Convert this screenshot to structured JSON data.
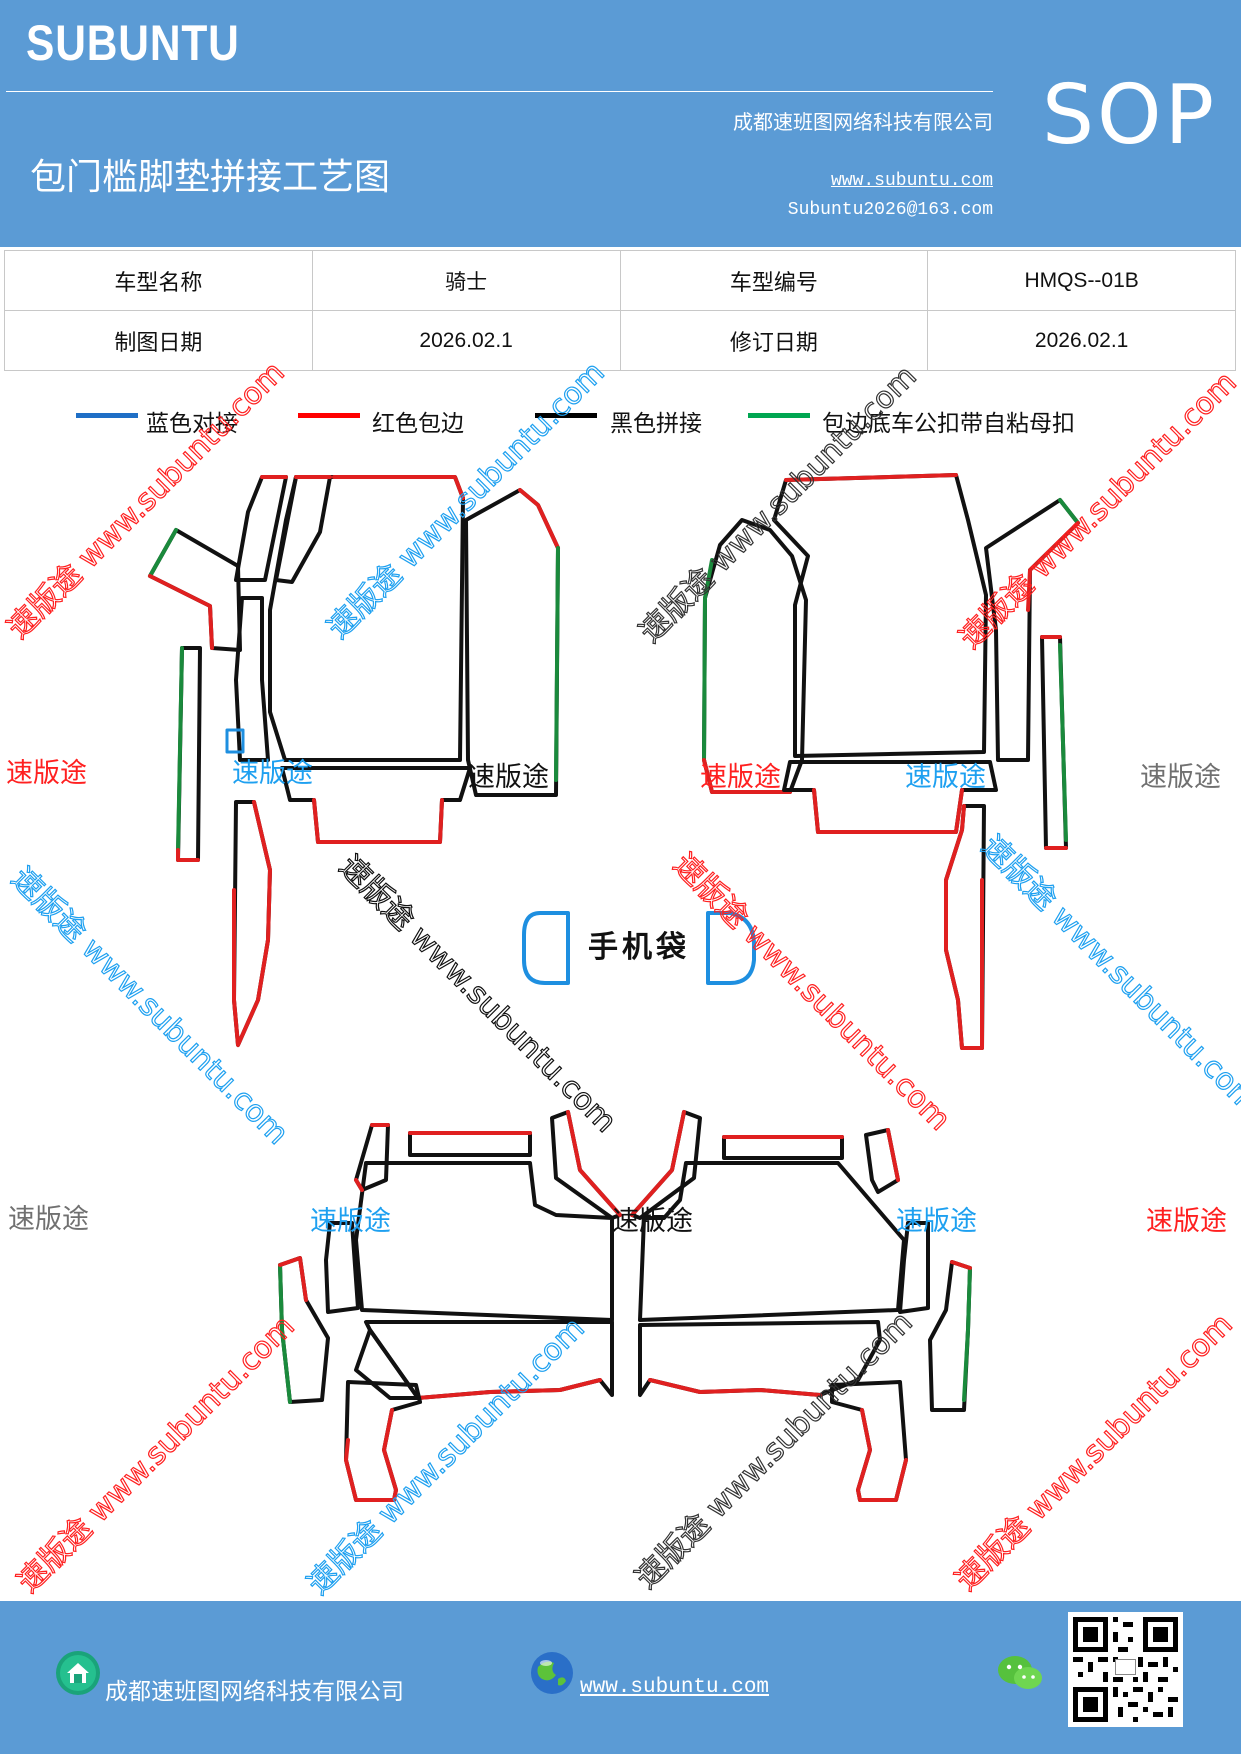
{
  "header": {
    "brand": "SUBUNTU",
    "company": "成都速班图网络科技有限公司",
    "title": "包门槛脚垫拼接工艺图",
    "website": "www.subuntu.com",
    "email": "Subuntu2026@163.com",
    "badge": "SOP"
  },
  "info_table": {
    "rows": [
      [
        "车型名称",
        "骑士",
        "车型编号",
        "HMQS--01B"
      ],
      [
        "制图日期",
        "2026.02.1",
        "修订日期",
        "2026.02.1"
      ]
    ]
  },
  "legend": [
    {
      "label": "蓝色对接",
      "color": "#1f6fc6"
    },
    {
      "label": "红色包边",
      "color": "#ff0000"
    },
    {
      "label": "黑色拼接",
      "color": "#000000"
    },
    {
      "label": "包边底车公扣带自粘母扣",
      "color": "#00a651"
    }
  ],
  "diagram": {
    "phone_pocket_label": "手机袋",
    "colors": {
      "outline": "#111111",
      "edge": "#e02020",
      "join": "#1a8a3c",
      "dock": "#1e8fe0"
    }
  },
  "watermarks": {
    "short": "速版途",
    "long": "速版途 www.subuntu.com",
    "colors": {
      "red": "#ff2020",
      "blue": "#1ea0f0",
      "gray": "#707070"
    }
  },
  "footer": {
    "company": "成都速班图网络科技有限公司",
    "website": "www.subuntu.com",
    "icons": [
      "home-icon",
      "globe-icon",
      "wechat-icon"
    ]
  }
}
